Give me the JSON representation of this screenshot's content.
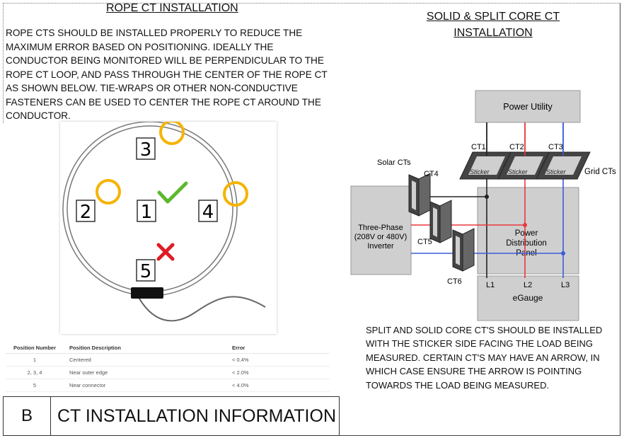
{
  "rope_section": {
    "title": "ROPE CT INSTALLATION",
    "body": "ROPE CTS SHOULD BE INSTALLED PROPERLY TO REDUCE THE MAXIMUM ERROR BASED ON POSITIONING. IDEALLY THE CONDUCTOR BEING MONITORED WILL BE PERPENDICULAR TO THE ROPE CT LOOP, AND PASS THROUGH THE CENTER OF THE ROPE CT AS SHOWN BELOW. TIE-WRAPS OR OTHER NON-CONDUCTIVE FASTENERS CAN BE USED TO CENTER THE ROPE CT AROUND THE CONDUCTOR.",
    "figure": {
      "positions": [
        "3",
        "2",
        "1",
        "4",
        "5"
      ],
      "check_icon": "check-icon",
      "cross_icon": "cross-icon",
      "highlight_color": "#f5b400",
      "check_color": "#5cb82e",
      "cross_color": "#e01b24"
    },
    "table": {
      "headers": [
        "Position Number",
        "Position Description",
        "Error"
      ],
      "rows": [
        [
          "1",
          "Centered",
          "< 0.4%"
        ],
        [
          "2, 3, 4",
          "Near outer edge",
          "< 2.0%"
        ],
        [
          "5",
          "Near connector",
          "< 4.0%"
        ]
      ]
    }
  },
  "solid_section": {
    "title": "SOLID & SPLIT CORE CT INSTALLATION",
    "diagram": {
      "power_utility": "Power Utility",
      "ct_labels": [
        "CT1",
        "CT2",
        "CT3"
      ],
      "sticker": "Sticker",
      "grid_cts": "Grid CTs",
      "solar_cts": "Solar CTs",
      "solar_ct_labels": [
        "CT4",
        "CT5",
        "CT6"
      ],
      "inverter": [
        "Three-Phase",
        "(208V or 480V)",
        "Inverter"
      ],
      "panel": [
        "Power",
        "Distribution",
        "Panel"
      ],
      "line_labels": [
        "L1",
        "L2",
        "L3"
      ],
      "egauge": "eGauge",
      "line_colors": [
        "#222222",
        "#e8383d",
        "#3b5bdb"
      ]
    },
    "body": "SPLIT AND SOLID CORE CT'S SHOULD BE INSTALLED WITH THE STICKER SIDE FACING THE LOAD BEING MEASURED. CERTAIN CT'S MAY HAVE AN ARROW, IN WHICH CASE ENSURE THE ARROW IS POINTING TOWARDS THE LOAD BEING MEASURED."
  },
  "footer": {
    "letter": "B",
    "title": "CT INSTALLATION INFORMATION"
  }
}
